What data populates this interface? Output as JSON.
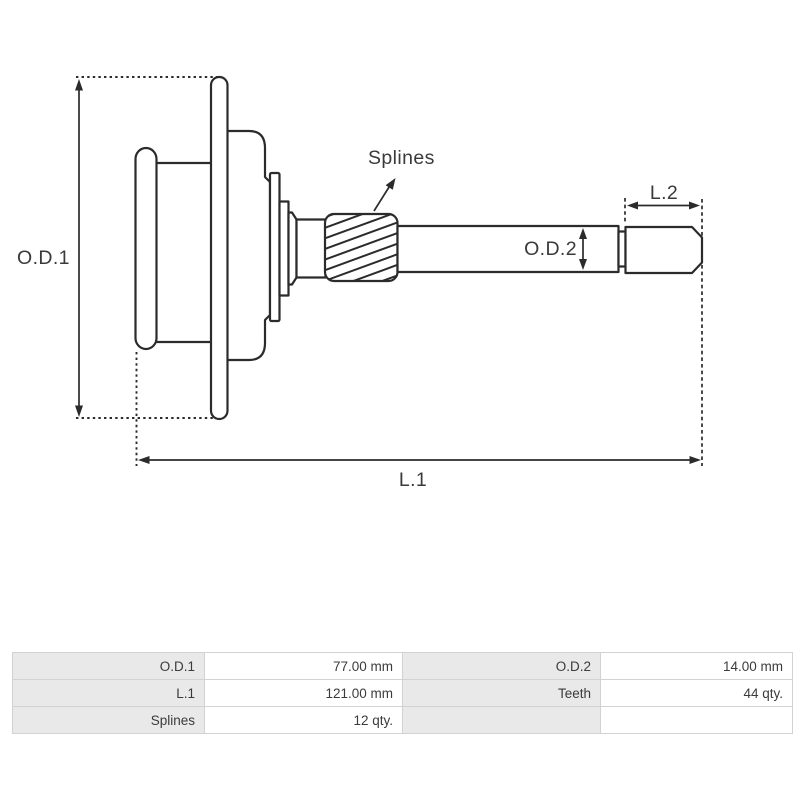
{
  "diagram": {
    "labels": {
      "od1": "O.D.1",
      "od2": "O.D.2",
      "l1": "L.1",
      "l2": "L.2",
      "splines": "Splines"
    },
    "colors": {
      "line": "#2b2b2b",
      "label_text": "#3a3a3a"
    }
  },
  "table": {
    "label_bg": "#e9e9e9",
    "border": "#d2d2d2",
    "rows": [
      {
        "c0": "O.D.1",
        "c1": "77.00 mm",
        "c2": "O.D.2",
        "c3": "14.00 mm"
      },
      {
        "c0": "L.1",
        "c1": "121.00 mm",
        "c2": "Teeth",
        "c3": "44 qty."
      },
      {
        "c0": "Splines",
        "c1": "12 qty.",
        "c2": "",
        "c3": ""
      }
    ]
  }
}
